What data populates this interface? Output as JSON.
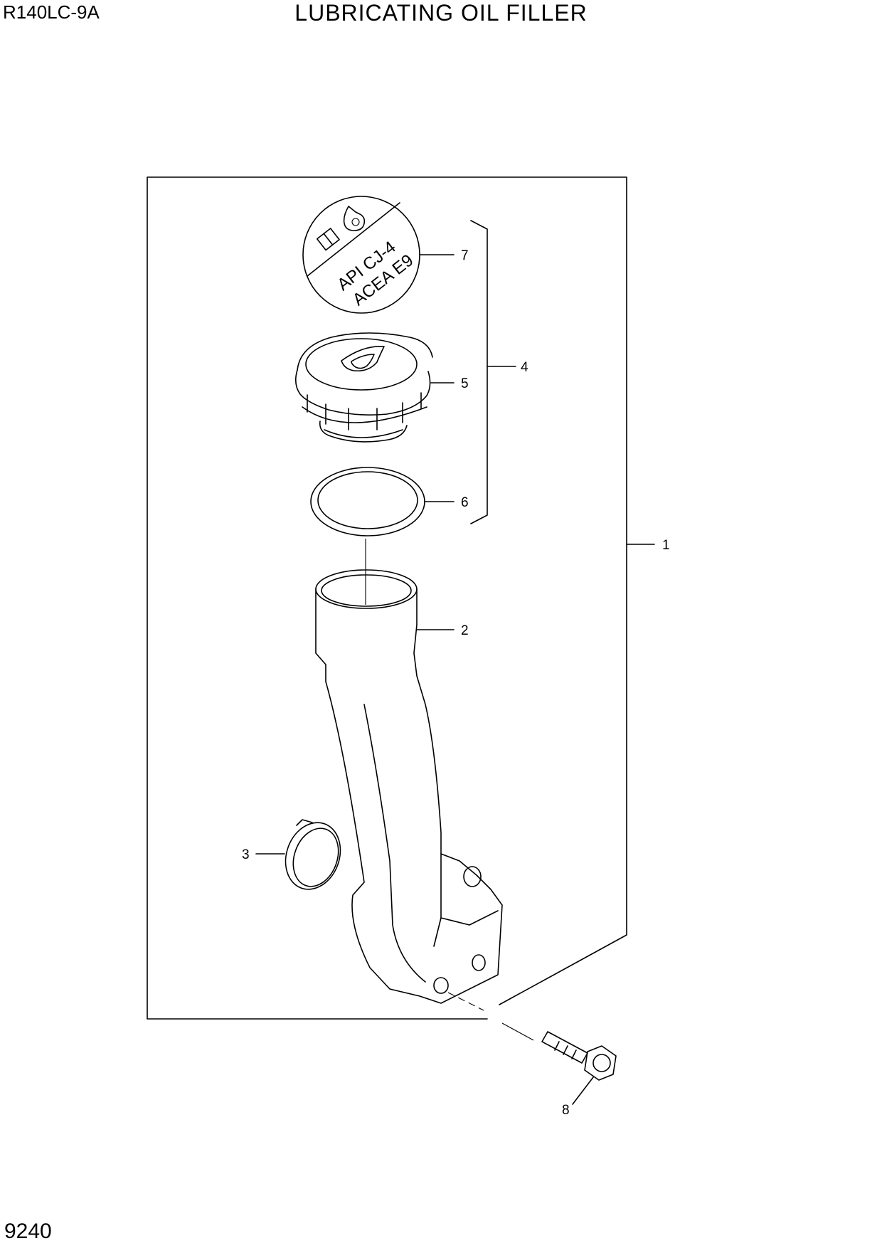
{
  "header": {
    "model": "R140LC-9A",
    "title": "LUBRICATING OIL FILLER"
  },
  "footer": {
    "page_number": "9240"
  },
  "decal": {
    "line1": "API  CJ-4",
    "line2": "ACEA  E9",
    "icons": [
      "oil-drop-icon",
      "manual-book-icon"
    ]
  },
  "callouts": [
    "1",
    "2",
    "3",
    "4",
    "5",
    "6",
    "7",
    "8"
  ]
}
